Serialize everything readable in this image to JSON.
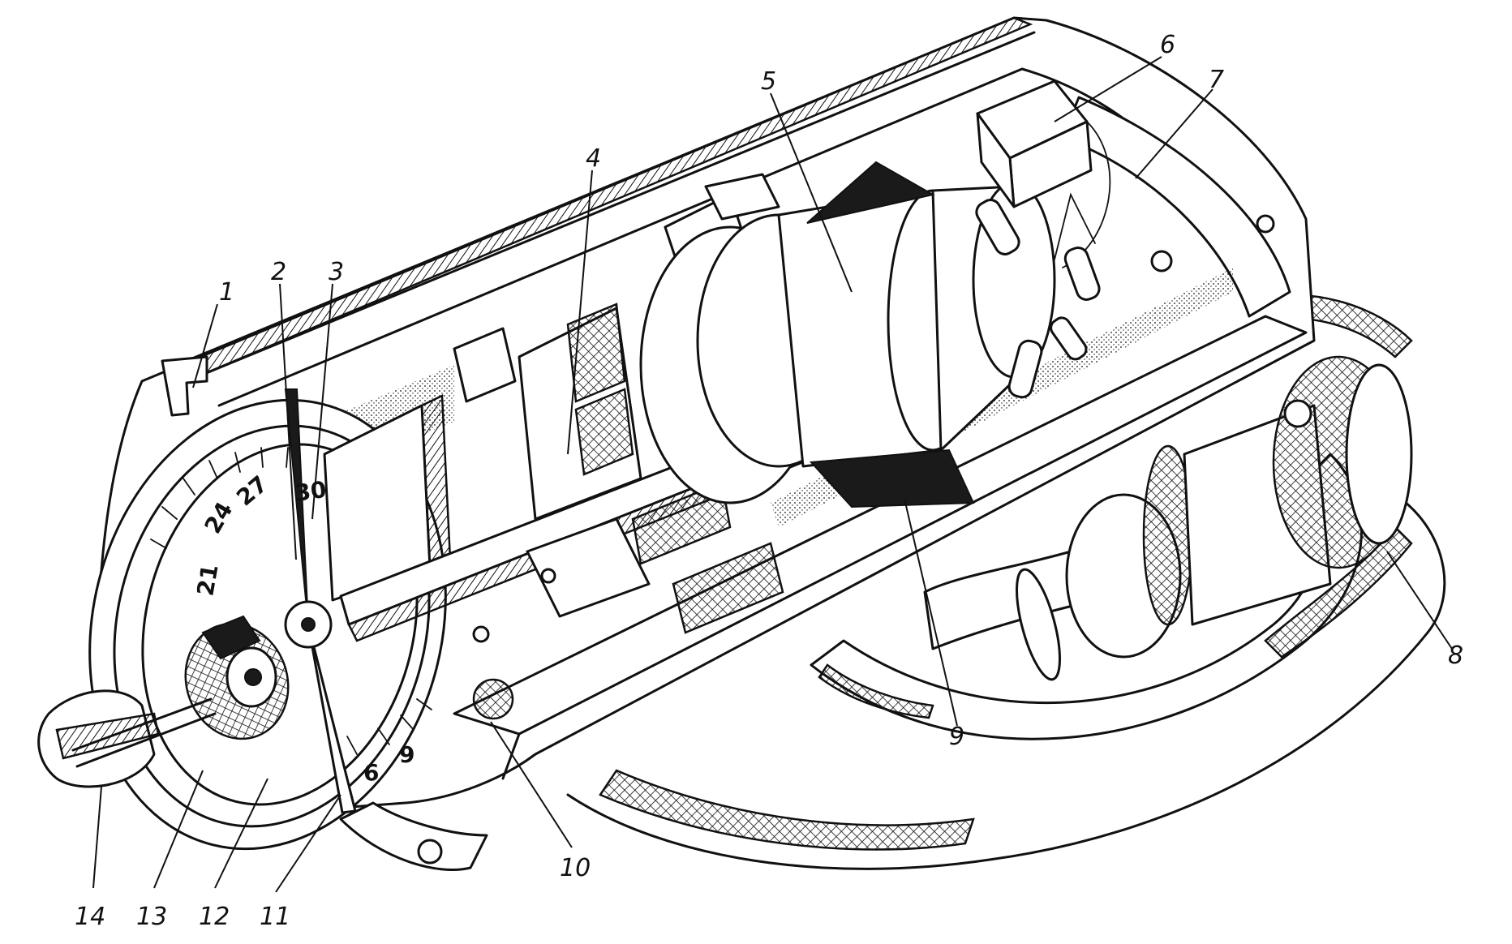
{
  "callouts": {
    "c1": "1",
    "c2": "2",
    "c3": "3",
    "c4": "4",
    "c5": "5",
    "c6": "6",
    "c7": "7",
    "c8": "8",
    "c9": "9",
    "c10": "10",
    "c11": "11",
    "c12": "12",
    "c13": "13",
    "c14": "14"
  },
  "dial": {
    "n30": "30",
    "n27": "27",
    "n24": "24",
    "n21": "21",
    "n6": "6",
    "n9": "9"
  }
}
